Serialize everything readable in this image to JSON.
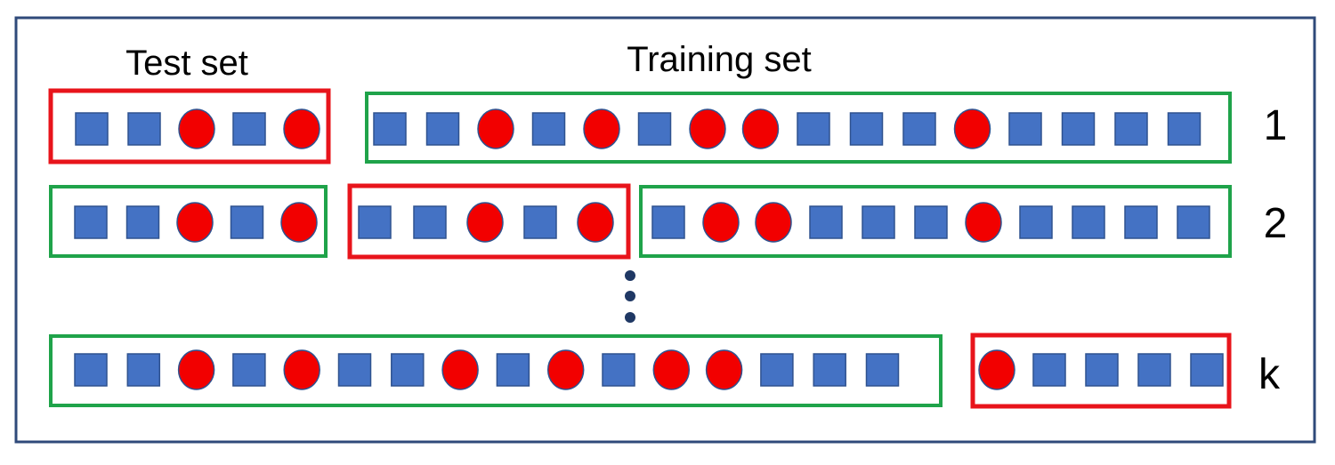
{
  "headers": {
    "test": "Test set",
    "training": "Training set"
  },
  "colors": {
    "frame": "#2F4A7A",
    "test_box": "#E8141B",
    "train_box": "#1FA34A",
    "square": "#4472C4",
    "square_edge": "#2F528F",
    "circle": "#F20000",
    "circle_edge": "#2F528F",
    "dots": "#1F3864"
  },
  "rows": [
    {
      "label": "1",
      "groups": [
        {
          "role": "test",
          "items": [
            "square",
            "square",
            "circle",
            "square",
            "circle"
          ]
        },
        {
          "role": "train",
          "items": [
            "square",
            "square",
            "circle",
            "square",
            "circle",
            "square",
            "circle",
            "circle",
            "square",
            "square",
            "square",
            "circle",
            "square",
            "square",
            "square",
            "square"
          ]
        }
      ]
    },
    {
      "label": "2",
      "groups": [
        {
          "role": "train",
          "items": [
            "square",
            "square",
            "circle",
            "square",
            "circle"
          ]
        },
        {
          "role": "test",
          "items": [
            "square",
            "square",
            "circle",
            "square",
            "circle"
          ]
        },
        {
          "role": "train",
          "items": [
            "square",
            "circle",
            "circle",
            "square",
            "square",
            "square",
            "circle",
            "square",
            "square",
            "square",
            "square"
          ]
        }
      ]
    },
    {
      "label": "k",
      "groups": [
        {
          "role": "train",
          "items": [
            "square",
            "square",
            "circle",
            "square",
            "circle",
            "square",
            "square",
            "circle",
            "square",
            "circle",
            "square",
            "circle",
            "circle",
            "square",
            "square",
            "square"
          ]
        },
        {
          "role": "test",
          "items": [
            "circle",
            "square",
            "square",
            "square",
            "square"
          ]
        }
      ]
    }
  ]
}
